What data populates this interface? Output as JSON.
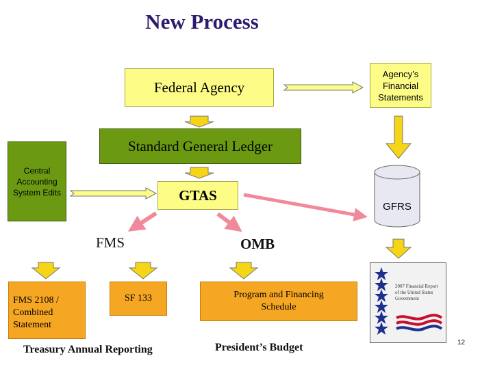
{
  "title": "New Process",
  "nodes": {
    "federal_agency": "Federal Agency",
    "agency_statements": "Agency’s Financial Statements",
    "sgl": "Standard General Ledger",
    "central_accounting": "Central Accounting System Edits",
    "gtas": "GTAS",
    "gfrs": "GFRS",
    "fms": "FMS",
    "omb": "OMB",
    "fms2108": "FMS 2108 / Combined Statement",
    "sf133": "SF 133",
    "program_financing": "Program and Financing Schedule",
    "treasury_reporting": "Treasury Annual Reporting",
    "presidents_budget": "President’s Budget",
    "report_cover": "2007 Financial Report of the United States Government"
  },
  "slide_number": "12",
  "colors": {
    "title": "#2e1a6e",
    "yellow_box": "#fcfc86",
    "green_box": "#6b9a12",
    "orange_box": "#f5a623",
    "pink_arrow": "#f08a9a",
    "down_arrow": "#f5d515"
  }
}
